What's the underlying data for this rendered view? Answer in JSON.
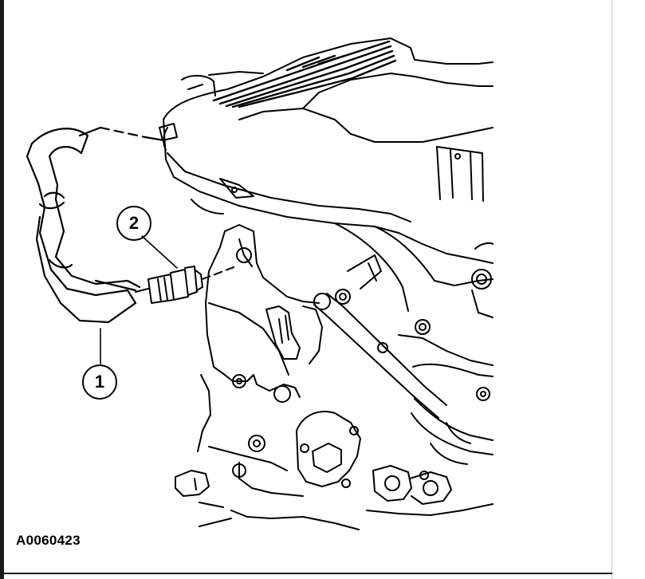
{
  "figure": {
    "callouts": [
      {
        "id": "callout-1",
        "label": "1"
      },
      {
        "id": "callout-2",
        "label": "2"
      }
    ],
    "figure_id": "A0060423",
    "colors": {
      "ink": "#000000",
      "paper": "#ffffff"
    }
  }
}
